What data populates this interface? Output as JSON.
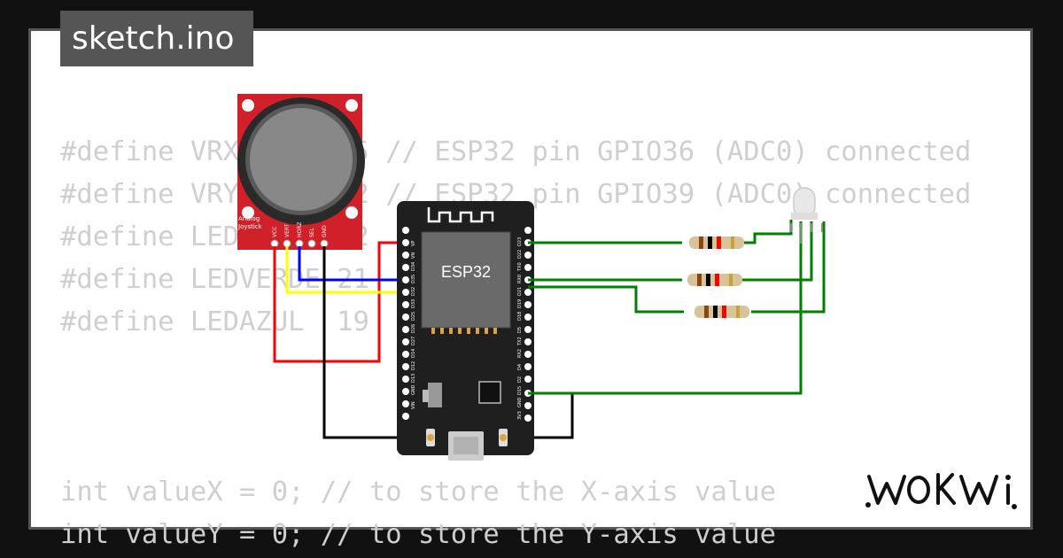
{
  "header": {
    "filename": "sketch.ino"
  },
  "code": {
    "lines": [
      "#define VRX_PIN  35 // ESP32 pin GPIO36 (ADC0) connected",
      "#define VRY_PIN  32 // ESP32 pin GPIO39 (ADC0) connected",
      "#define LEDROJO  22",
      "#define LEDVERDE 21",
      "#define LEDAZUL  19",
      "int valueX = 0; // to store the X-axis value",
      "int valueY = 0; // to store the Y-axis value"
    ]
  },
  "diagram": {
    "mcu_label": "ESP32",
    "joystick_label_1": "Analog",
    "joystick_label_2": "Joystick",
    "joystick_pins": [
      "VCC",
      "VERT",
      "HORZ",
      "SEL",
      "GND"
    ],
    "left_pins": [
      "VP",
      "VN",
      "D34",
      "D35",
      "D32",
      "D33",
      "D25",
      "D26",
      "D27",
      "D14",
      "D12",
      "D13",
      "GND",
      "VIN"
    ],
    "right_pins": [
      "D23",
      "D22",
      "TX0",
      "RX0",
      "D21",
      "D19",
      "D18",
      "D5",
      "TX2",
      "RX2",
      "D4",
      "D2",
      "D15",
      "GND",
      "3V3"
    ],
    "wire_colors": {
      "red": "#ff0000",
      "yellow": "#ffff00",
      "blue": "#0000ff",
      "black": "#000000",
      "green": "#008000"
    }
  },
  "brand": {
    "logo": "WOKWi"
  }
}
